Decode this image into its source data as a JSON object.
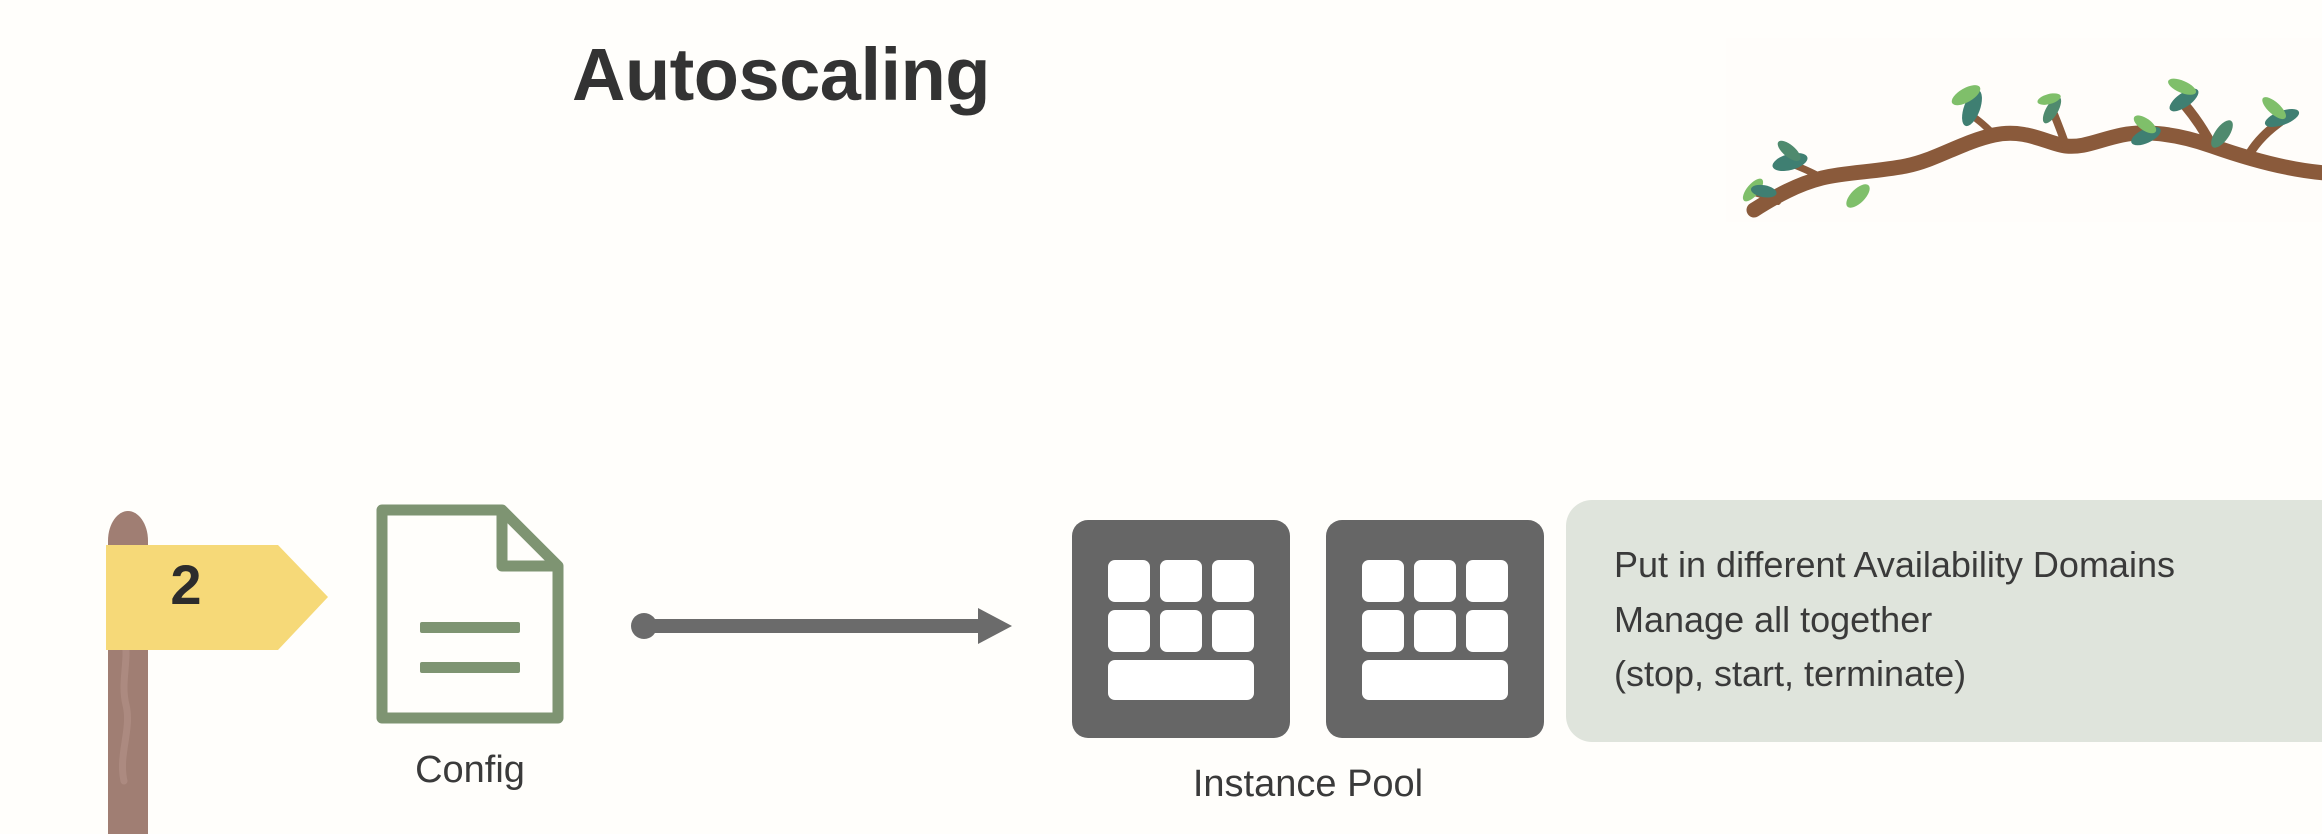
{
  "slide": {
    "title": "Autoscaling",
    "background_color": "#fffefb"
  },
  "signpost": {
    "number": "2",
    "sign_color": "#f6d978",
    "post_color": "#a07e73",
    "number_color": "#2c2c2c"
  },
  "nodes": [
    {
      "id": "config",
      "label": "Config",
      "icon": "document-icon",
      "icon_color": "#7e9472"
    },
    {
      "id": "instance-pool",
      "label": "Instance Pool",
      "icon": "instance-grid-icon",
      "icon_color": "#666666",
      "instance_count": 2
    }
  ],
  "arrow": {
    "name": "flow-arrow",
    "color": "#6b6b6b",
    "from": "config",
    "to": "instance-pool"
  },
  "callout": {
    "background_color": "#dfe4dc",
    "text_color": "#3a3a3a",
    "lines": [
      "Put in different Availability Domains",
      "Manage all together",
      "(stop, start, terminate)"
    ]
  },
  "decoration": {
    "name": "tree-branch-illustration",
    "bark_color": "#8a5a3b",
    "leaf_colors": [
      "#4f8a6e",
      "#7fbf6a",
      "#3f7f72"
    ]
  }
}
